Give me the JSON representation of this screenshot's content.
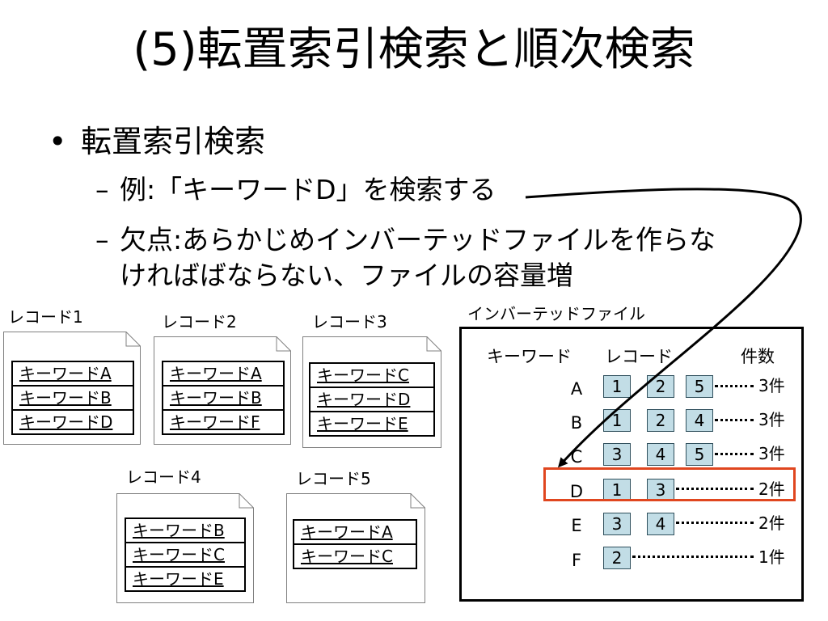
{
  "title": "(5)転置索引検索と順次検索",
  "bullet": {
    "main": "転置索引検索",
    "sub1_dash": "–",
    "sub1": "例:「キーワードD」を検索する",
    "sub2_dash": "–",
    "sub2_line1": "欠点:あらかじめインバーテッドファイルを作らな",
    "sub2_line2": "ければばならない、ファイルの容量増"
  },
  "records": [
    {
      "label": "レコード1",
      "keywords": [
        "キーワードA",
        "キーワードB",
        "キーワードD"
      ]
    },
    {
      "label": "レコード2",
      "keywords": [
        "キーワードA",
        "キーワードB",
        "キーワードF"
      ]
    },
    {
      "label": "レコード3",
      "keywords": [
        "キーワードC",
        "キーワードD",
        "キーワードE"
      ]
    },
    {
      "label": "レコード4",
      "keywords": [
        "キーワードB",
        "キーワードC",
        "キーワードE"
      ]
    },
    {
      "label": "レコード5",
      "keywords": [
        "キーワードA",
        "キーワードC"
      ]
    }
  ],
  "inverted_file": {
    "label": "インバーテッドファイル",
    "headers": {
      "keyword": "キーワード",
      "record": "レコード",
      "count": "件数"
    },
    "rows": [
      {
        "key": "A",
        "records": [
          "1",
          "2",
          "5"
        ],
        "count": "3件"
      },
      {
        "key": "B",
        "records": [
          "1",
          "2",
          "4"
        ],
        "count": "3件"
      },
      {
        "key": "C",
        "records": [
          "3",
          "4",
          "5"
        ],
        "count": "3件"
      },
      {
        "key": "D",
        "records": [
          "1",
          "3"
        ],
        "count": "2件"
      },
      {
        "key": "E",
        "records": [
          "3",
          "4"
        ],
        "count": "2件"
      },
      {
        "key": "F",
        "records": [
          "2"
        ],
        "count": "1件"
      }
    ],
    "highlighted_key": "D"
  },
  "colors": {
    "cell_fill": "#c2dde6",
    "highlight": "#e0461f"
  }
}
